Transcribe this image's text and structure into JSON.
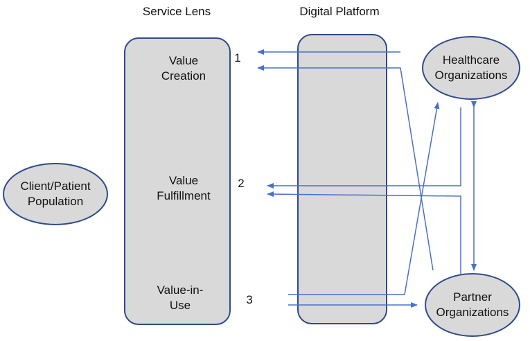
{
  "headings": {
    "service_lens": "Service Lens",
    "digital_platform": "Digital Platform"
  },
  "stages": {
    "value_creation": [
      "Value",
      "Creation"
    ],
    "value_fulfillment": [
      "Value",
      "Fulfillment"
    ],
    "value_in_use": [
      "Value-in-",
      "Use"
    ]
  },
  "numbers": [
    "1",
    "2",
    "3"
  ],
  "entities": {
    "client": [
      "Client/Patient",
      "Population"
    ],
    "healthcare": [
      "Healthcare",
      "Organizations"
    ],
    "partner": [
      "Partner",
      "Organizations"
    ]
  },
  "colors": {
    "shape_fill": "#d9d9d9",
    "shape_stroke": "#2f4b8a",
    "arrow": "#4a6fc7"
  }
}
